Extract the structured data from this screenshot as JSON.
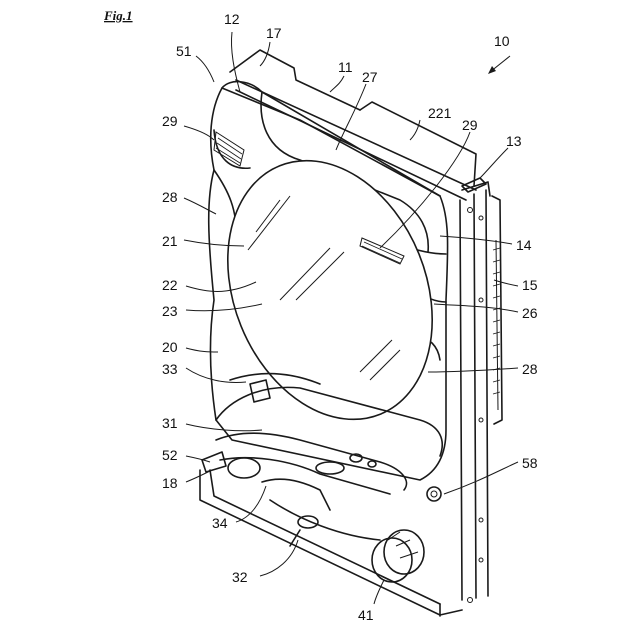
{
  "figure_label": "Fig.1",
  "main_ref": "10",
  "labels": [
    {
      "id": "12",
      "text": "12"
    },
    {
      "id": "17",
      "text": "17"
    },
    {
      "id": "51",
      "text": "51"
    },
    {
      "id": "11",
      "text": "11"
    },
    {
      "id": "27",
      "text": "27"
    },
    {
      "id": "221",
      "text": "221"
    },
    {
      "id": "29a",
      "text": "29"
    },
    {
      "id": "29b",
      "text": "29"
    },
    {
      "id": "13",
      "text": "13"
    },
    {
      "id": "28a",
      "text": "28"
    },
    {
      "id": "21",
      "text": "21"
    },
    {
      "id": "14",
      "text": "14"
    },
    {
      "id": "15",
      "text": "15"
    },
    {
      "id": "22",
      "text": "22"
    },
    {
      "id": "23",
      "text": "23"
    },
    {
      "id": "26",
      "text": "26"
    },
    {
      "id": "20",
      "text": "20"
    },
    {
      "id": "33",
      "text": "33"
    },
    {
      "id": "28b",
      "text": "28"
    },
    {
      "id": "31",
      "text": "31"
    },
    {
      "id": "52",
      "text": "52"
    },
    {
      "id": "58",
      "text": "58"
    },
    {
      "id": "18",
      "text": "18"
    },
    {
      "id": "34",
      "text": "34"
    },
    {
      "id": "32",
      "text": "32"
    },
    {
      "id": "41",
      "text": "41"
    }
  ]
}
